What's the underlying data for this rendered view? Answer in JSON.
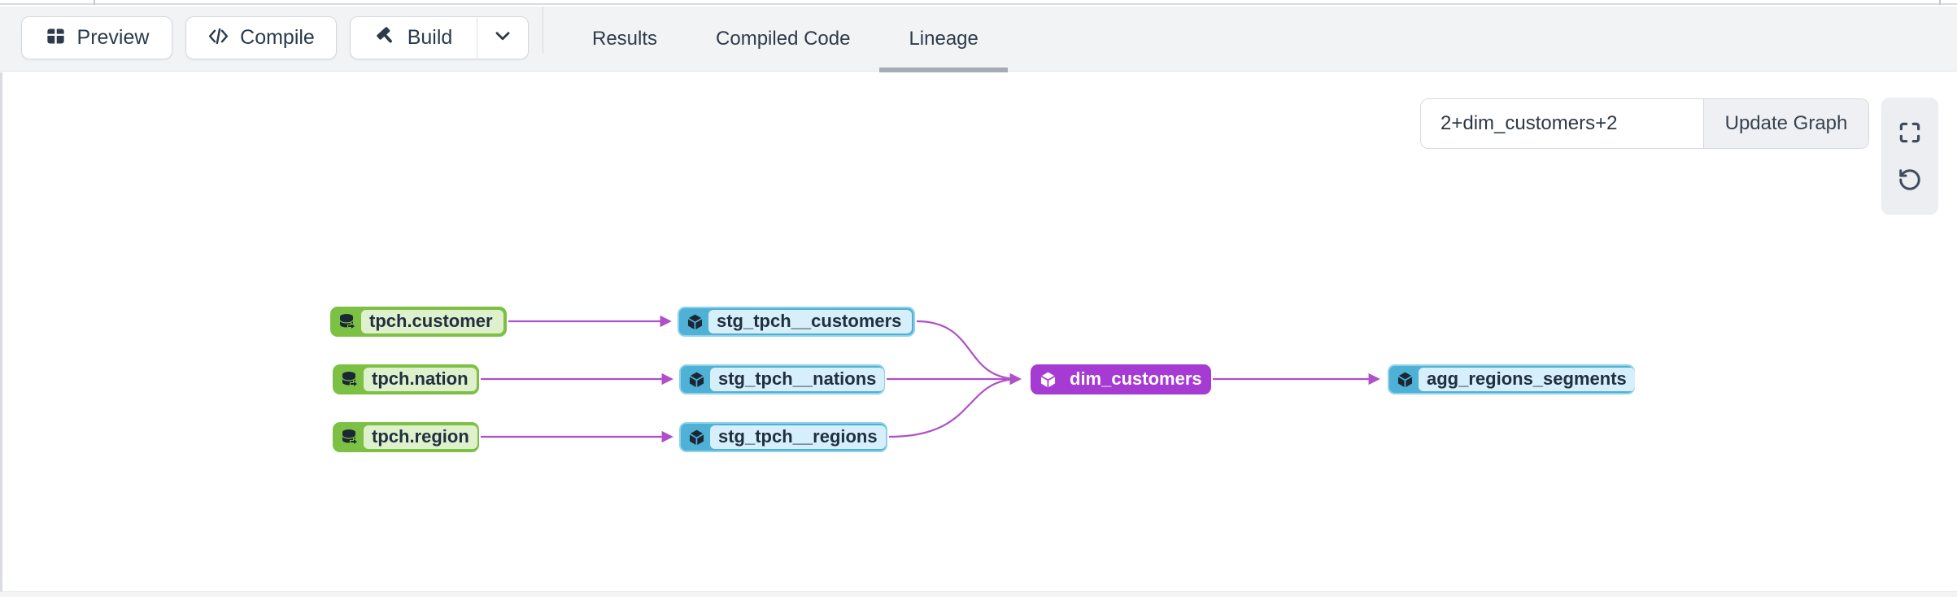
{
  "toolbar": {
    "preview_label": "Preview",
    "compile_label": "Compile",
    "build_label": "Build",
    "tabs": [
      {
        "label": "Results",
        "active": false
      },
      {
        "label": "Compiled Code",
        "active": false
      },
      {
        "label": "Lineage",
        "active": true
      }
    ]
  },
  "lineage": {
    "selector": {
      "value": "2+dim_customers+2",
      "update_button_label": "Update Graph"
    },
    "controls": [
      "fullscreen-icon",
      "rotate-ccw-icon"
    ],
    "nodes": [
      {
        "id": "tpch.customer",
        "label": "tpch.customer",
        "type": "source"
      },
      {
        "id": "tpch.nation",
        "label": "tpch.nation",
        "type": "source"
      },
      {
        "id": "tpch.region",
        "label": "tpch.region",
        "type": "source"
      },
      {
        "id": "stg_tpch__customers",
        "label": "stg_tpch__customers",
        "type": "model"
      },
      {
        "id": "stg_tpch__nations",
        "label": "stg_tpch__nations",
        "type": "model"
      },
      {
        "id": "stg_tpch__regions",
        "label": "stg_tpch__regions",
        "type": "model"
      },
      {
        "id": "dim_customers",
        "label": "dim_customers",
        "type": "model-selected"
      },
      {
        "id": "agg_regions_segments",
        "label": "agg_regions_segments",
        "type": "model"
      }
    ],
    "edges": [
      [
        "tpch.customer",
        "stg_tpch__customers"
      ],
      [
        "tpch.nation",
        "stg_tpch__nations"
      ],
      [
        "tpch.region",
        "stg_tpch__regions"
      ],
      [
        "stg_tpch__customers",
        "dim_customers"
      ],
      [
        "stg_tpch__nations",
        "dim_customers"
      ],
      [
        "stg_tpch__regions",
        "dim_customers"
      ],
      [
        "dim_customers",
        "agg_regions_segments"
      ]
    ],
    "colors": {
      "source_green": "#7cc144",
      "source_green_light": "#dff0cc",
      "model_blue": "#4fb1d5",
      "model_blue_light": "#d7effa",
      "selected_purple": "#a63bd3",
      "edge_purple": "#b050c8",
      "node_text": "#203041"
    }
  }
}
